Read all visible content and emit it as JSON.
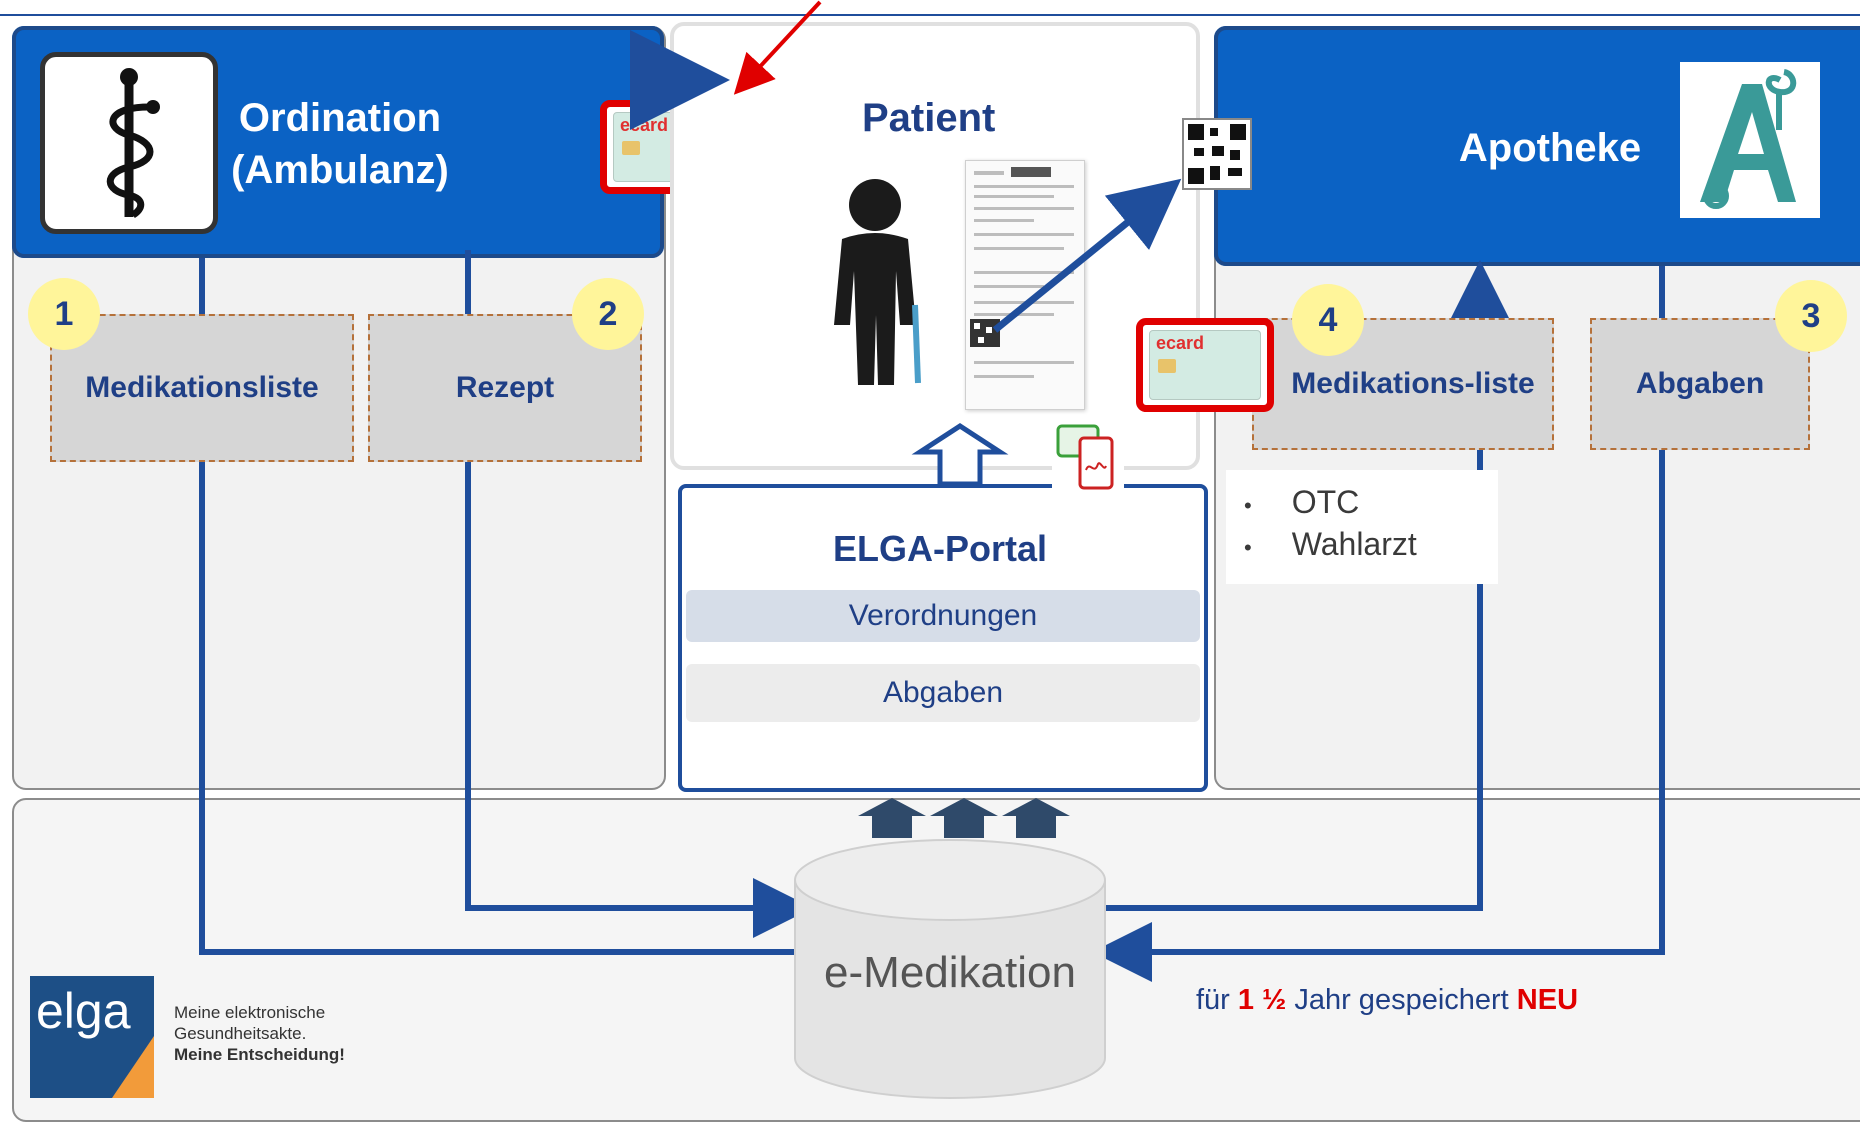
{
  "ordination": {
    "title_line1": "Ordination",
    "title_line2": "(Ambulanz)",
    "icon": "rod-of-asclepius-icon"
  },
  "patient": {
    "title": "Patient"
  },
  "apotheke": {
    "title": "Apotheke",
    "icon": "pharmacy-A-logo"
  },
  "ecard_label": "ecard",
  "steps": {
    "medikationsliste_left": {
      "number": "1",
      "label": "Medikationsliste"
    },
    "rezept": {
      "number": "2",
      "label": "Rezept"
    },
    "abgaben_right": {
      "number": "3",
      "label": "Abgaben"
    },
    "medikationsliste_right": {
      "number": "4",
      "label": "Medikations-liste"
    }
  },
  "otc_list": [
    "OTC",
    "Wahlarzt"
  ],
  "elga_portal": {
    "title": "ELGA-Portal",
    "rows": [
      "Verordnungen",
      "Abgaben"
    ]
  },
  "database": {
    "label": "e-Medikation"
  },
  "storage_note": {
    "prefix": "für ",
    "highlight": "1 ½",
    "middle": " Jahr gespeichert ",
    "new": "NEU"
  },
  "elga_logo": {
    "wordmark": "elga",
    "line1": "Meine elektronische",
    "line2": "Gesundheitsakte.",
    "line3": "Meine Entscheidung!"
  },
  "colors": {
    "header_blue": "#0b62c4",
    "arrow_blue": "#1f4e9c",
    "label_blue": "#1f3f86",
    "badge_yellow": "#fff59a",
    "alert_red": "#e00000"
  }
}
